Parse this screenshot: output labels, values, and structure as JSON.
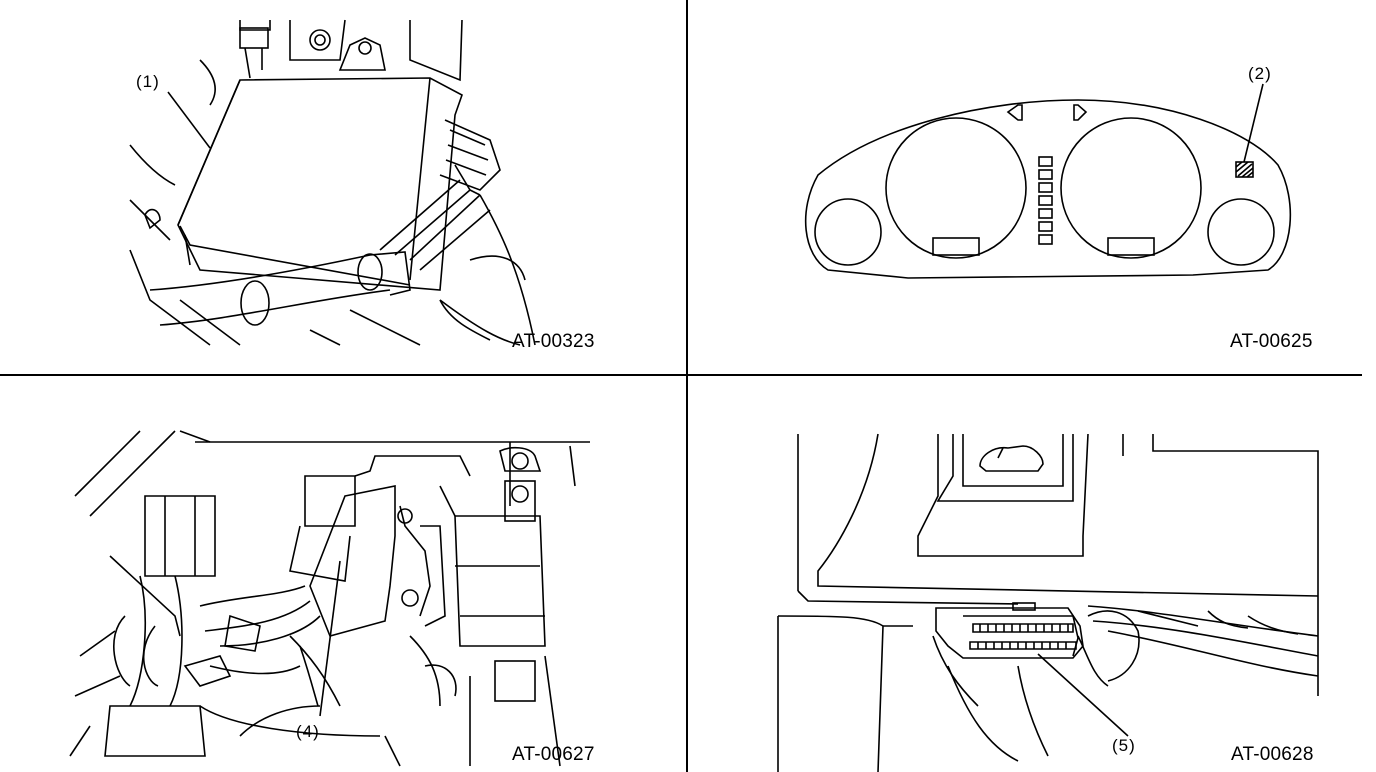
{
  "figures": [
    {
      "code": "AT-00323",
      "callouts": [
        "(1)"
      ]
    },
    {
      "code": "AT-00625",
      "callouts": [
        "(2)"
      ]
    },
    {
      "code": "AT-00627",
      "callouts": [
        "(4)"
      ]
    },
    {
      "code": "AT-00628",
      "callouts": [
        "(5)"
      ]
    }
  ]
}
